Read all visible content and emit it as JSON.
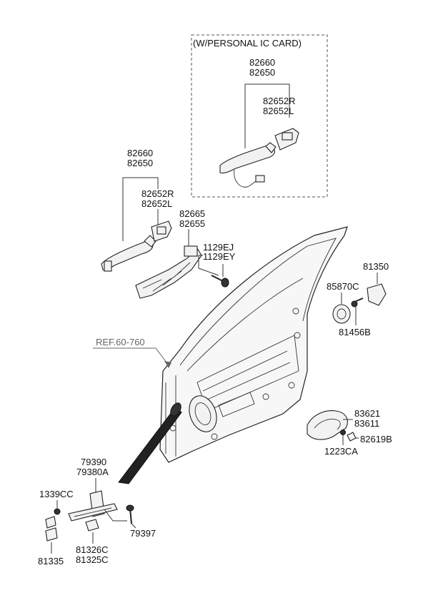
{
  "diagram": {
    "personal_ic_card_title": "(W/PERSONAL IC CARD)",
    "ic_handle_a": "82660",
    "ic_handle_b": "82650",
    "ic_cover_a": "82652R",
    "ic_cover_b": "82652L",
    "handle_a": "82660",
    "handle_b": "82650",
    "cover_a": "82652R",
    "cover_b": "82652L",
    "frame_a": "82665",
    "frame_b": "82655",
    "screw_a": "1129EJ",
    "screw_b": "1129EY",
    "ref_label": "REF.60-760",
    "cap": "85870C",
    "cap_clip": "81350",
    "cap_screw": "81456B",
    "inner_handle_a": "83621",
    "inner_handle_b": "83611",
    "inner_clip": "82619B",
    "inner_screw": "1223CA",
    "checker_a": "79390",
    "checker_b": "79380A",
    "checker_bolt": "79397",
    "nut": "1339CC",
    "striker_a": "81326C",
    "striker_b": "81325C",
    "spacer": "81335"
  }
}
